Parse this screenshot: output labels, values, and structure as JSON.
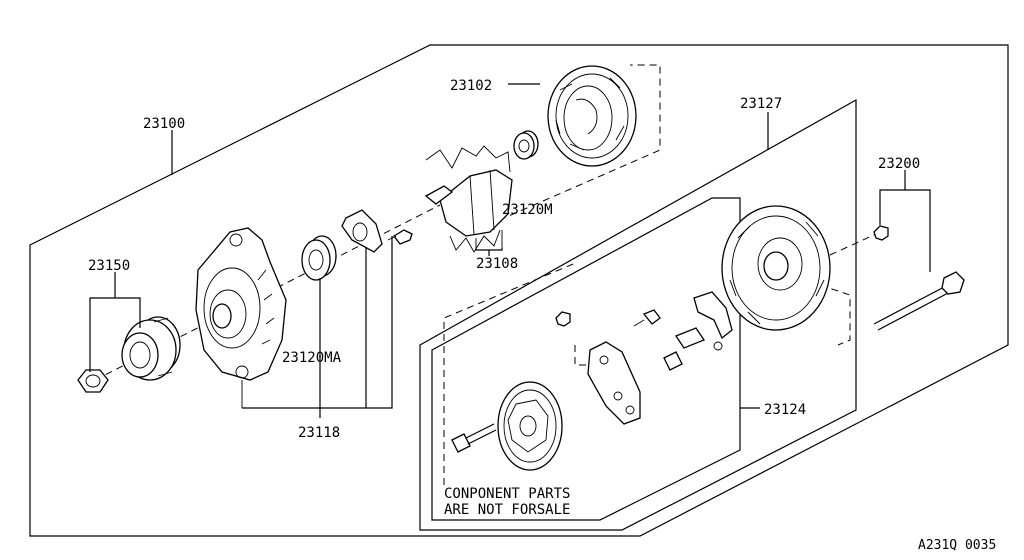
{
  "labels": {
    "p23100": "23100",
    "p23102": "23102",
    "p23127": "23127",
    "p23200": "23200",
    "p23150": "23150",
    "p23120M": "23120M",
    "p23108": "23108",
    "p23120MA": "23120MA",
    "p23118": "23118",
    "p23124": "23124"
  },
  "note": {
    "line1": "CONPONENT PARTS",
    "line2": "ARE NOT FORSALE"
  },
  "diagram_code": "A231Q 0035"
}
